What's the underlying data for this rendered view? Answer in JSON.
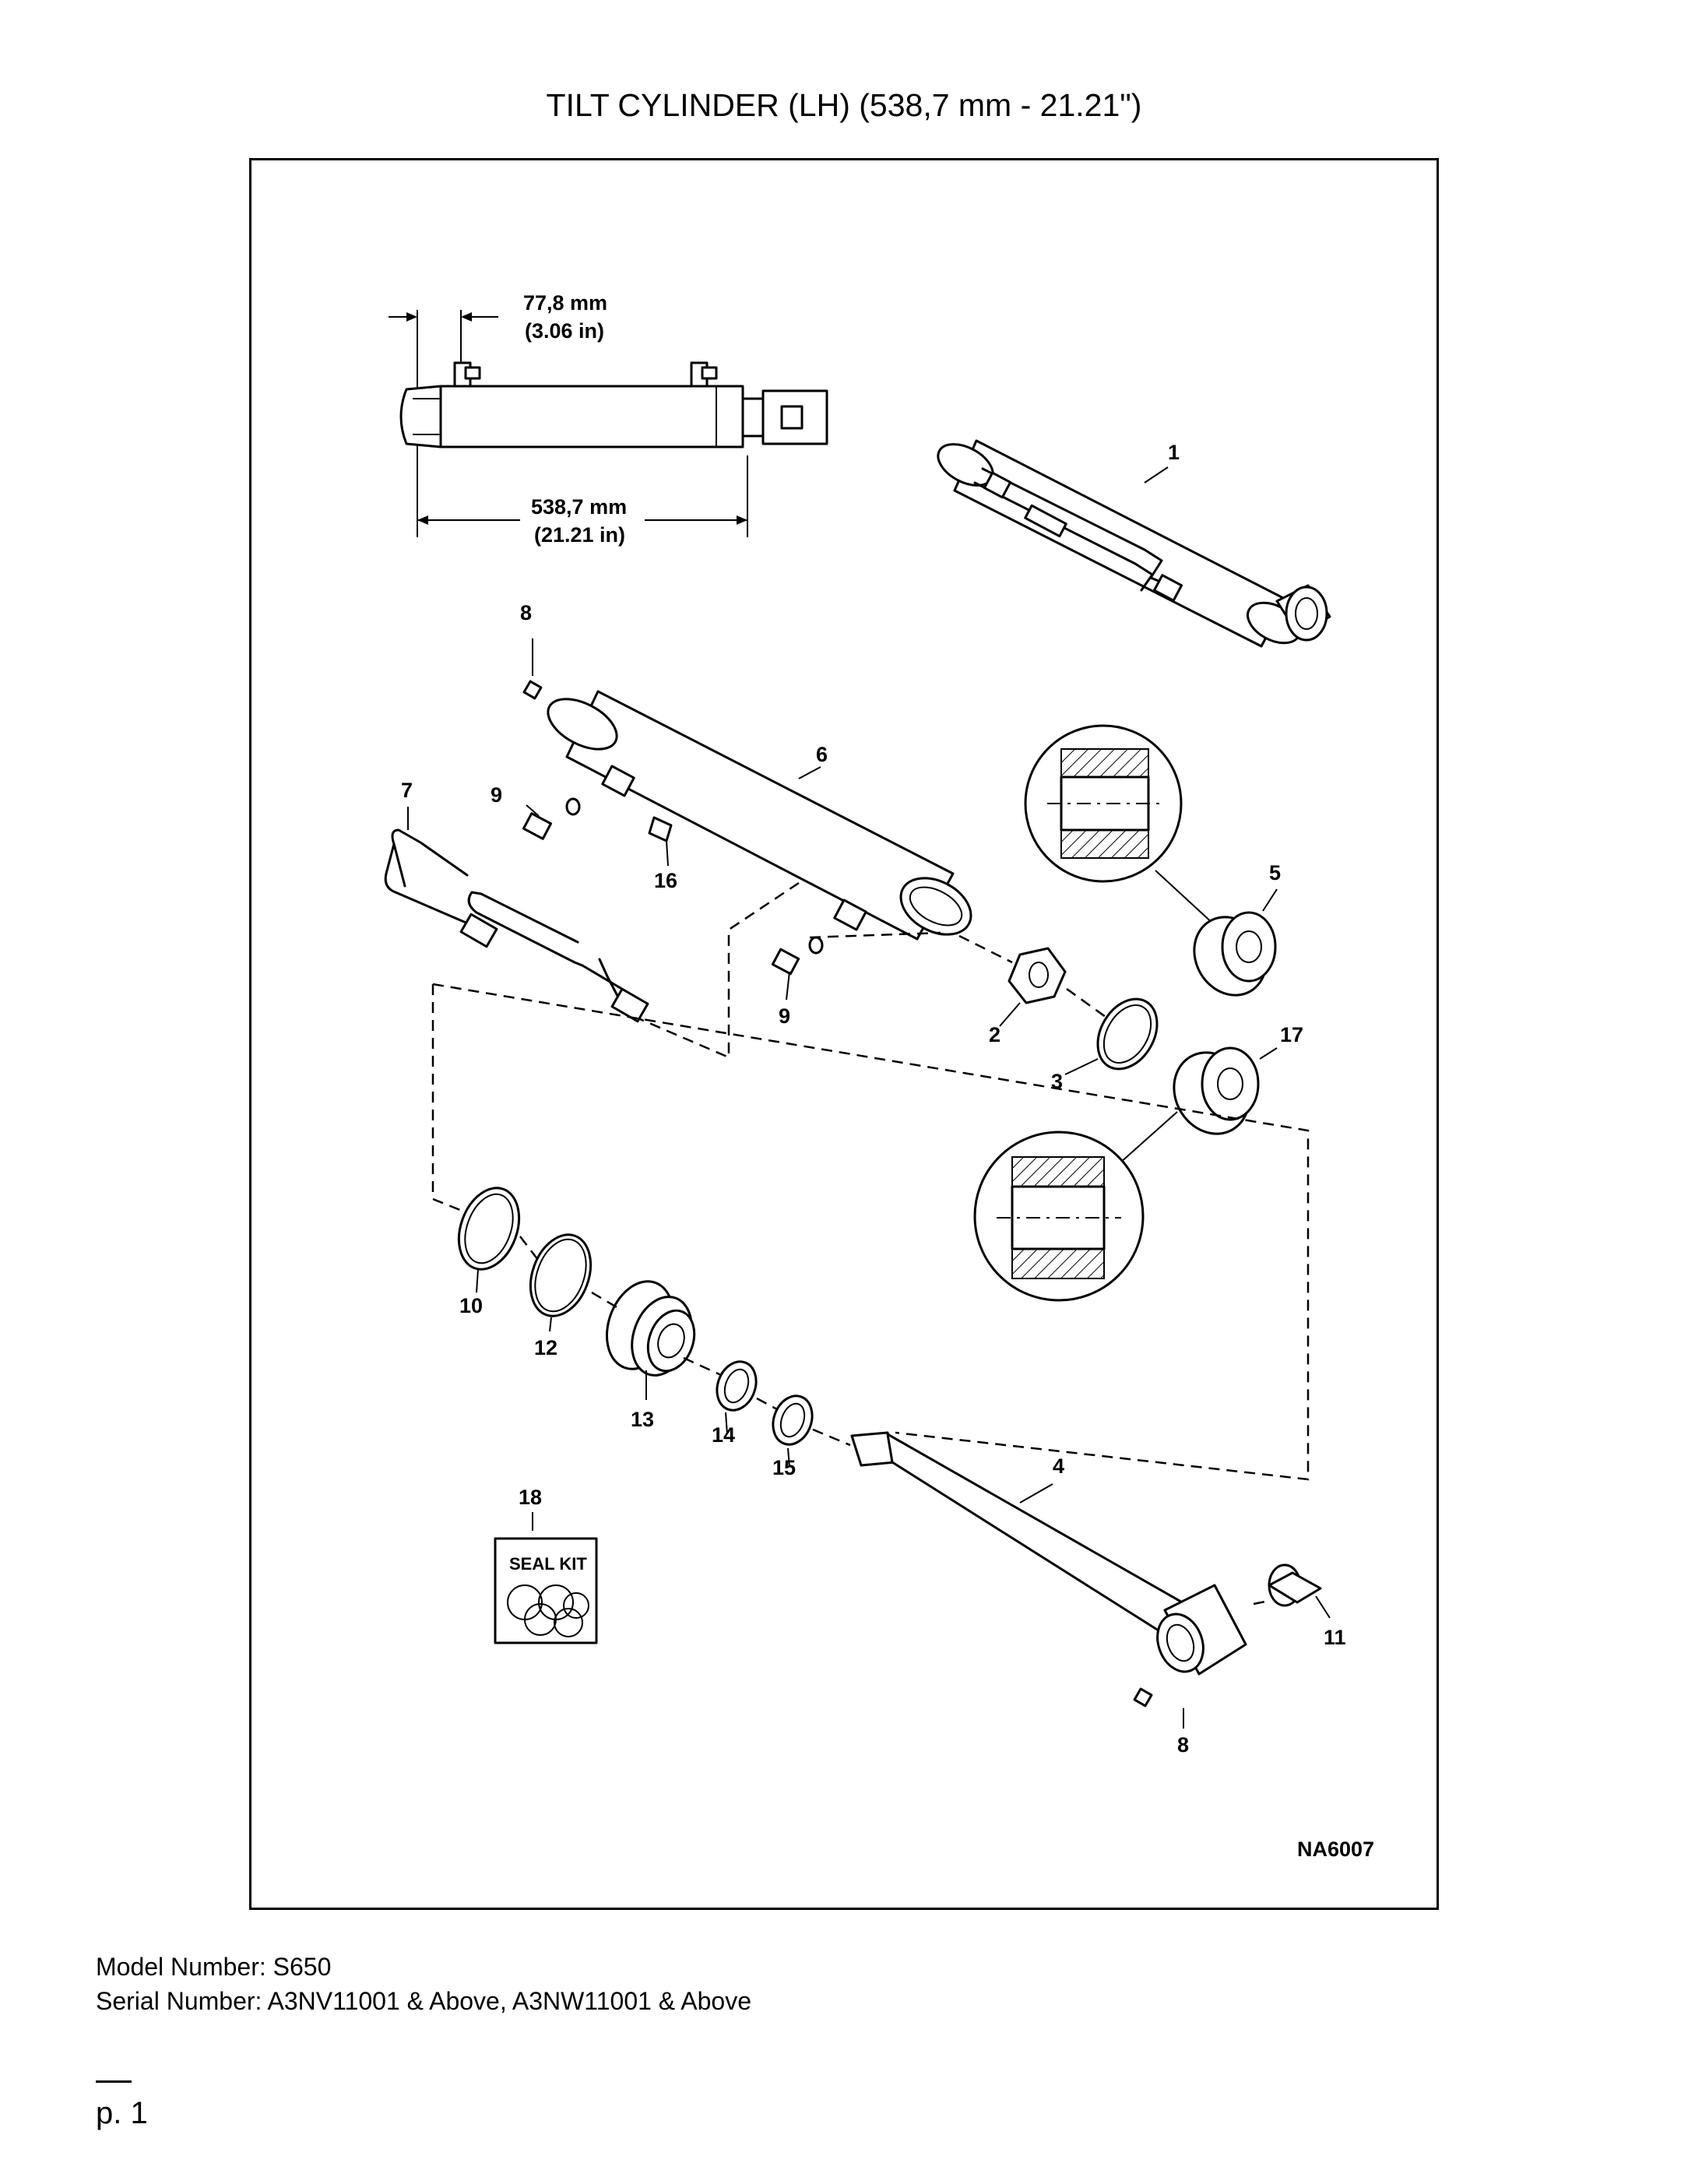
{
  "title": "TILT CYLINDER (LH) (538,7 mm - 21.21\")",
  "dimensions": {
    "port_offset_mm": "77,8 mm",
    "port_offset_in": "(3.06 in)",
    "length_mm": "538,7 mm",
    "length_in": "(21.21 in)"
  },
  "callouts": [
    "1",
    "2",
    "3",
    "4",
    "5",
    "6",
    "7",
    "8",
    "9",
    "10",
    "11",
    "12",
    "13",
    "14",
    "15",
    "16",
    "17",
    "18"
  ],
  "callout_repeats": {
    "8b": "8",
    "9b": "9"
  },
  "seal_kit_label": "SEAL KIT",
  "drawing_id": "NA6007",
  "footer": {
    "model": "Model Number: S650",
    "serial": "Serial Number: A3NV11001 & Above, A3NW11001 & Above"
  },
  "page": "p. 1"
}
